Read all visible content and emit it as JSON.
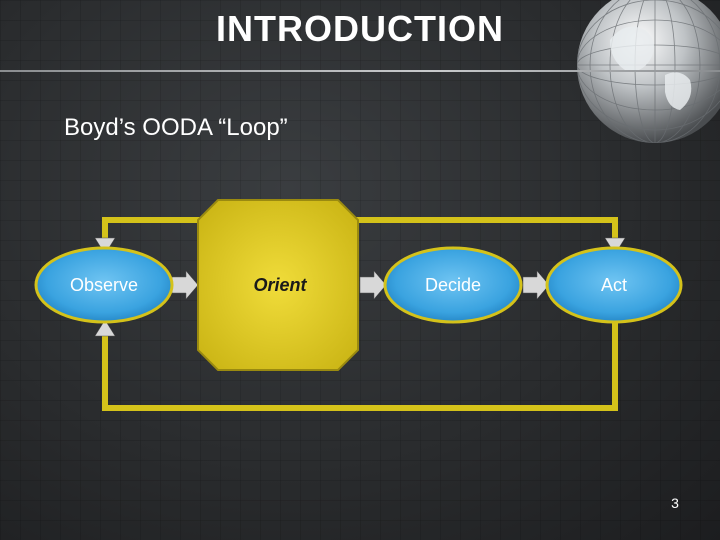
{
  "slide": {
    "title": "INTRODUCTION",
    "subtitle": "Boyd’s OODA “Loop”",
    "page_number": "3"
  },
  "diagram": {
    "nodes": [
      {
        "id": "observe",
        "label": "Observe"
      },
      {
        "id": "orient",
        "label": "Orient"
      },
      {
        "id": "decide",
        "label": "Decide"
      },
      {
        "id": "act",
        "label": "Act"
      }
    ],
    "colors": {
      "ellipse_fill": "#3aa3e0",
      "ellipse_border": "#d4c21a",
      "orient_fill": "#d8c420",
      "connector": "#d4c21a",
      "arrow_fill": "#d8d8d8"
    }
  }
}
